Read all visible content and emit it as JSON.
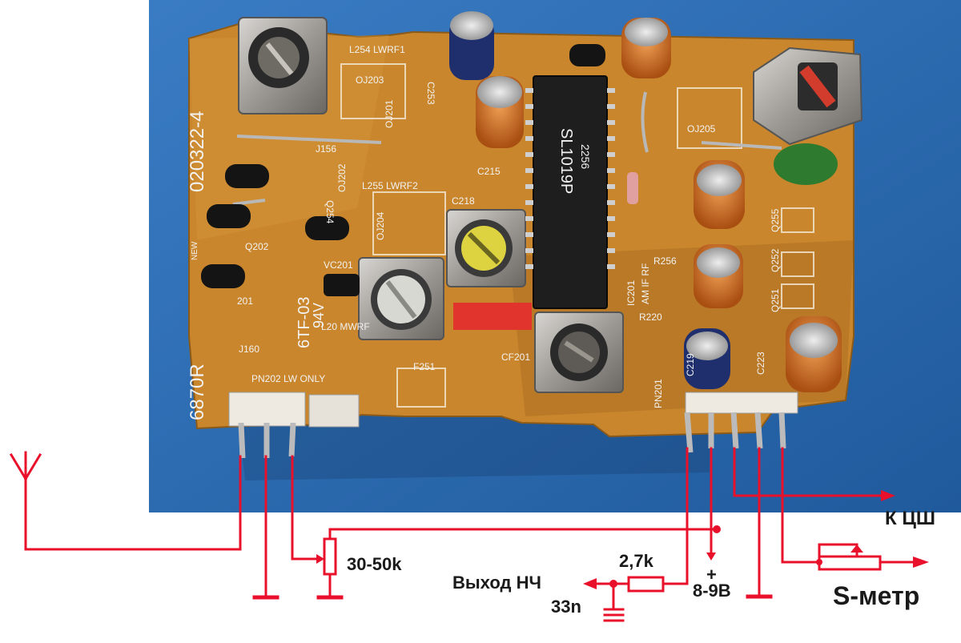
{
  "photo": {
    "pcb_labels": {
      "l254": "L254 LWRF1",
      "l255": "L255 LWRF2",
      "oj203": "OJ203",
      "oj201": "OJ201",
      "oj202": "OJ202",
      "oj204": "OJ204",
      "oj205": "OJ205",
      "j156": "J156",
      "j160": "J160",
      "q254": "Q254",
      "q202": "Q202",
      "q201": "201",
      "c253": "C253",
      "c215": "C215",
      "c218": "C218",
      "c219": "C219",
      "c223": "C223",
      "vc201": "VC201",
      "ic_part": "SL1019P",
      "ic_sub": "2256",
      "ic201": "IC201",
      "am_if": "AM IF RF",
      "r220": "R220",
      "r256": "R256",
      "q251": "Q251",
      "q252": "Q252",
      "q255": "Q255",
      "pn202": "PN202 LW ONLY",
      "pn201": "PN201",
      "mwrf": "L20 MWRF",
      "cf201": "CF201",
      "f251": "F251",
      "new": "NEW",
      "board_code": "020322-4",
      "board_part": "6870R",
      "board_series": "6TF-03",
      "board_rating": "94V"
    }
  },
  "schematic": {
    "pot_value": "30-50k",
    "resistor_value": "2,7k",
    "cap_value": "33n",
    "output_label": "Выход НЧ",
    "supply_plus": "+",
    "supply_label": "8-9В",
    "cs_label": "К ЦШ",
    "smeter_label": "S-метр"
  },
  "colors": {
    "wire": "#e8102a",
    "background": "#ffffff",
    "photo_bg": "#2a6bb0",
    "pcb": "#c9862c",
    "text": "#1a1a1a"
  }
}
